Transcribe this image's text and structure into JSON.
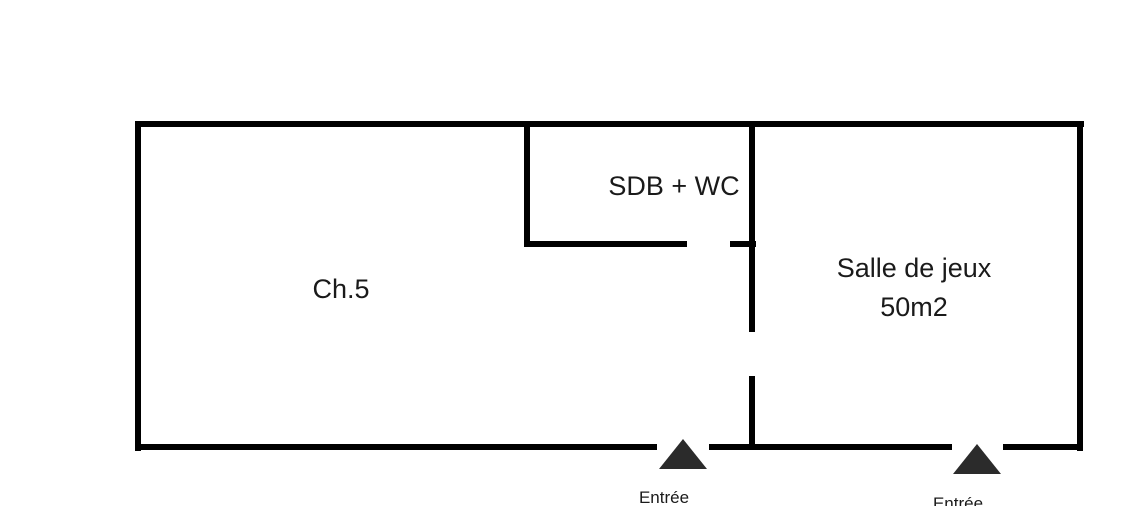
{
  "rooms": {
    "bedroom": {
      "label": "Ch.5"
    },
    "bathroom": {
      "label": "SDB + WC"
    },
    "games_room": {
      "label_line1": "Salle de jeux",
      "label_line2": "50m2"
    }
  },
  "entrances": [
    {
      "label": "Entrée"
    },
    {
      "label": "Entrée"
    }
  ],
  "colors": {
    "wall": "#000000",
    "arrow": "#2b2b2b",
    "text": "#1a1a1a"
  }
}
